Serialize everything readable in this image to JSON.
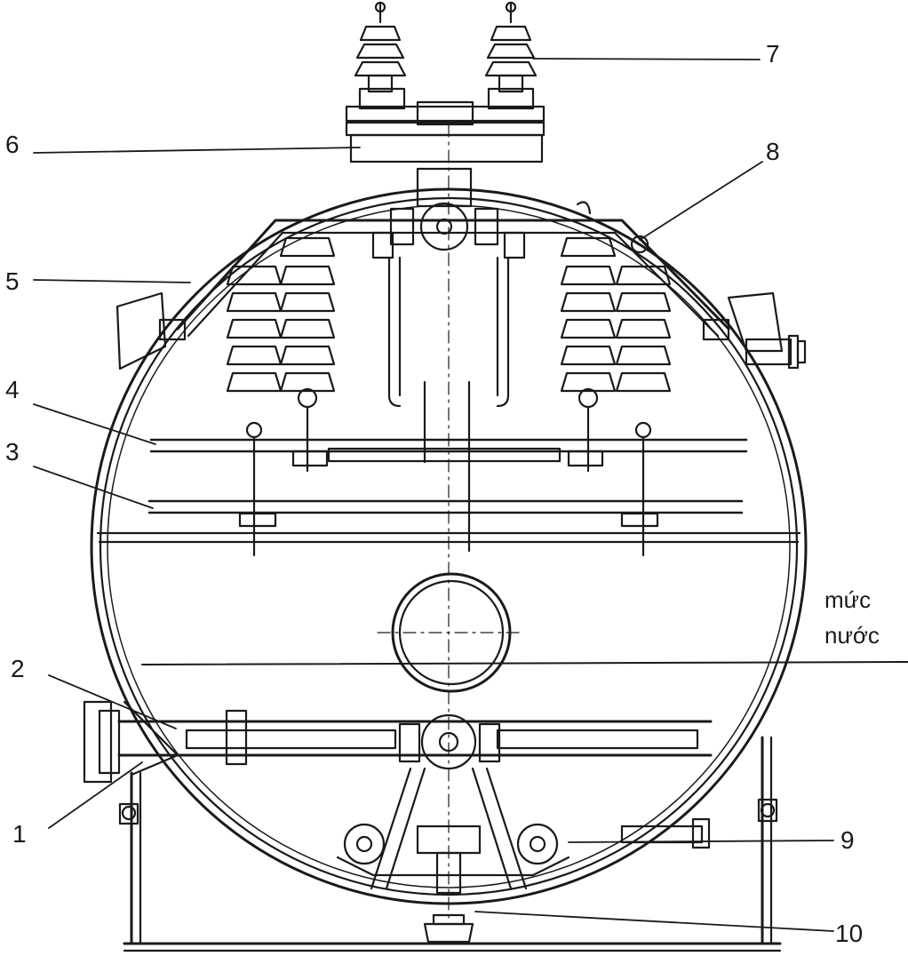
{
  "labels": [
    {
      "id": "1",
      "text": "1"
    },
    {
      "id": "2",
      "text": "2"
    },
    {
      "id": "3",
      "text": "3"
    },
    {
      "id": "4",
      "text": "4"
    },
    {
      "id": "5",
      "text": "5"
    },
    {
      "id": "6",
      "text": "6"
    },
    {
      "id": "7",
      "text": "7"
    },
    {
      "id": "8",
      "text": "8"
    },
    {
      "id": "9",
      "text": "9"
    },
    {
      "id": "10",
      "text": "10"
    }
  ],
  "water_level": {
    "line1": "mức",
    "line2": "nước"
  },
  "colors": {
    "ink": "#1a1a1a",
    "paper": "#ffffff"
  }
}
